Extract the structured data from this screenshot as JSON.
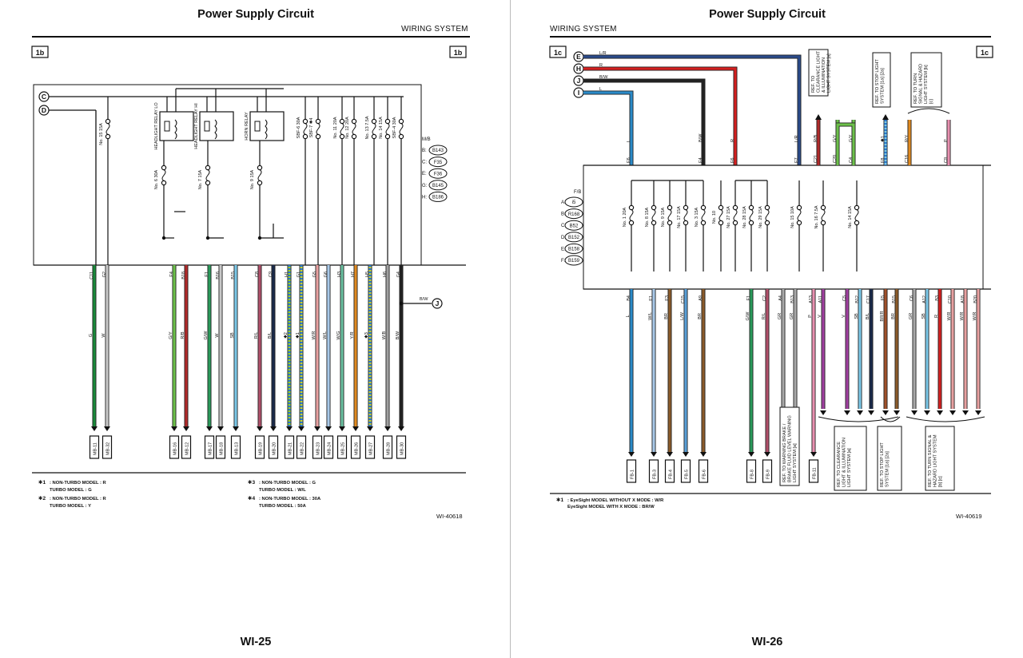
{
  "left": {
    "title": "Power Supply Circuit",
    "section": "WIRING SYSTEM",
    "page_number": "WI-25",
    "figure_code": "WI-40618",
    "tag": "1b",
    "inputs": [
      {
        "letter": "C"
      },
      {
        "letter": "D"
      }
    ],
    "output_line": {
      "letter": "J",
      "color": "B/W"
    },
    "mb_legend": {
      "title": "M/B",
      "items": [
        {
          "key": "B:",
          "conn": "B143"
        },
        {
          "key": "C:",
          "conn": "F35"
        },
        {
          "key": "E:",
          "conn": "F36"
        },
        {
          "key": "G:",
          "conn": "B145"
        },
        {
          "key": "H:",
          "conn": "B186"
        }
      ]
    },
    "components": [
      {
        "id": "f15",
        "label": "No. 15 15A"
      },
      {
        "id": "r_lo",
        "label": "HEADLIGHT RELAY LO"
      },
      {
        "id": "r_hi",
        "label": "HEADLIGHT RELAY HI"
      },
      {
        "id": "r_horn",
        "label": "HORN RELAY"
      },
      {
        "id": "f6",
        "label": "No. 6 30A"
      },
      {
        "id": "f7",
        "label": "No. 7 15A"
      },
      {
        "id": "f9",
        "label": "No. 9 15A"
      },
      {
        "id": "sbf6",
        "label": "SBF-6 30A"
      },
      {
        "id": "sbf7",
        "label": "SBF-7 ✱4"
      },
      {
        "id": "f11",
        "label": "No. 11 20A"
      },
      {
        "id": "f12",
        "label": "No. 12 20A"
      },
      {
        "id": "f13",
        "label": "No. 13 7.5A"
      },
      {
        "id": "f14",
        "label": "No. 14 15A"
      },
      {
        "id": "sbf4",
        "label": "SBF-4 30A"
      }
    ],
    "wires": [
      {
        "term": "C11",
        "color": "G",
        "conn": "MB-11",
        "hex": "#1a8a3a"
      },
      {
        "term": "G2",
        "color": "W",
        "conn": "MB-32",
        "hex": "#c8c8c8"
      },
      {
        "term": "E4",
        "color": "G/Y",
        "conn": "MB-16",
        "hex": "#6cc04a"
      },
      {
        "term": "B18",
        "color": "R/B",
        "conn": "MB-12",
        "hex": "#b02a2a"
      },
      {
        "term": "E1",
        "color": "G/W",
        "conn": "MB-17",
        "hex": "#2a9a5a"
      },
      {
        "term": "B16",
        "color": "W",
        "conn": "MB-18",
        "hex": "#c8c8c8"
      },
      {
        "term": "B15",
        "color": "SB",
        "conn": "MB-13",
        "hex": "#7cc8e8"
      },
      {
        "term": "C8",
        "color": "R/L",
        "conn": "MB-19",
        "hex": "#b0506a"
      },
      {
        "term": "C9",
        "color": "B/L",
        "conn": "MB-20",
        "hex": "#1a2a4a"
      },
      {
        "term": "H1",
        "color": "✱2",
        "conn": "MB-21",
        "hex": "#9acd32"
      },
      {
        "term": "G1",
        "color": "✱1",
        "conn": "MB-22",
        "hex": "#c0d040"
      },
      {
        "term": "G5",
        "color": "W/R",
        "conn": "MB-23",
        "hex": "#e8a0a0"
      },
      {
        "term": "G6",
        "color": "W/L",
        "conn": "MB-24",
        "hex": "#a8c8e8"
      },
      {
        "term": "H3",
        "color": "W/G",
        "conn": "MB-25",
        "hex": "#6ac0a0"
      },
      {
        "term": "H7",
        "color": "Y/R",
        "conn": "MB-26",
        "hex": "#e08a20"
      },
      {
        "term": "H5",
        "color": "✱3",
        "conn": "MB-27",
        "hex": "#c0d040"
      },
      {
        "term": "H6",
        "color": "W/B",
        "conn": "MB-28",
        "hex": "#a0a0a0"
      },
      {
        "term": "G4",
        "color": "B/W",
        "conn": "MB-30",
        "hex": "#222222"
      }
    ],
    "footnotes": [
      {
        "mark": "✱1",
        "lines": [
          ": NON-TURBO MODEL  : R",
          "  TURBO MODEL  : G"
        ]
      },
      {
        "mark": "✱2",
        "lines": [
          ": NON-TURBO MODEL  : R",
          "  TURBO MODEL  : Y"
        ]
      },
      {
        "mark": "✱3",
        "lines": [
          ": NON-TURBO MODEL  : G",
          "  TURBO MODEL  : W/L"
        ]
      },
      {
        "mark": "✱4",
        "lines": [
          ": NON-TURBO MODEL  : 30A",
          "  TURBO MODEL  : 50A"
        ]
      }
    ]
  },
  "right": {
    "title": "Power Supply Circuit",
    "section": "WIRING SYSTEM",
    "page_number": "WI-26",
    "figure_code": "WI-40619",
    "tag": "1c",
    "inputs": [
      {
        "letter": "E",
        "color": "L/R",
        "hex": "#2a4a8a"
      },
      {
        "letter": "H",
        "color": "R",
        "hex": "#d42020"
      },
      {
        "letter": "J",
        "color": "B/W",
        "hex": "#222222"
      },
      {
        "letter": "I",
        "color": "L",
        "hex": "#2a8ac8"
      }
    ],
    "fb_legend": {
      "title": "F/B",
      "items": [
        {
          "key": "A:",
          "conn": "i5"
        },
        {
          "key": "B:",
          "conn": "R168"
        },
        {
          "key": "C:",
          "conn": "B52"
        },
        {
          "key": "D:",
          "conn": "B152"
        },
        {
          "key": "E:",
          "conn": "B158"
        },
        {
          "key": "F:",
          "conn": "B159"
        }
      ]
    },
    "top_terms": [
      {
        "term": "E6",
        "color": "L"
      },
      {
        "term": "E4",
        "color": "B/W"
      },
      {
        "term": "F6",
        "color": "R"
      },
      {
        "term": "E7",
        "color": "L/R"
      },
      {
        "term": "C21",
        "color": "R/B"
      },
      {
        "term": "C20",
        "color": "G/Y"
      },
      {
        "term": "C4",
        "color": "G/Y"
      },
      {
        "term": "F8",
        "color": "✱1"
      },
      {
        "term": "C16",
        "color": "R/Y"
      },
      {
        "term": "C9",
        "color": "P"
      }
    ],
    "refs_top": [
      {
        "id": "ref_clear_top",
        "text": "REF. TO CLEARANCE LIGHT & ILLUMINATION LIGHT SYSTEM [a]"
      },
      {
        "id": "ref_stop_top",
        "text": "REF. TO STOP LIGHT SYSTEM [1a] [2a]"
      },
      {
        "id": "ref_turn_top",
        "text": "REF. TO TURN SIGNAL & HAZARD LIGHT SYSTEM [b] [c]"
      }
    ],
    "fuses": [
      {
        "id": "f1",
        "label": "No. 1 20A"
      },
      {
        "id": "f8",
        "label": "No. 8 15A"
      },
      {
        "id": "f9",
        "label": "No. 9 15A"
      },
      {
        "id": "f17",
        "label": "No. 17 15A"
      },
      {
        "id": "f3",
        "label": "No. 3 15A"
      },
      {
        "id": "f10",
        "label": "No. 10"
      },
      {
        "id": "f27",
        "label": "No. 27 15A"
      },
      {
        "id": "f28",
        "label": "No. 28 15A"
      },
      {
        "id": "f29",
        "label": "No. 29 15A"
      },
      {
        "id": "f15",
        "label": "No. 15 10A"
      },
      {
        "id": "f16",
        "label": "No. 16 7.5A"
      },
      {
        "id": "f14",
        "label": "No. 14 15A"
      }
    ],
    "wires": [
      {
        "term": "B4",
        "color": "L",
        "conn": "FB-1",
        "hex": "#2a8ac8"
      },
      {
        "term": "E1",
        "color": "W/L",
        "conn": "FB-3",
        "hex": "#a8c8e8"
      },
      {
        "term": "E3",
        "color": "BR",
        "conn": "FB-4",
        "hex": "#8a5a2a"
      },
      {
        "term": "C15",
        "color": "L/W",
        "conn": "FB-5",
        "hex": "#5aa0d8"
      },
      {
        "term": "A9",
        "color": "BR",
        "conn": "FB-6",
        "hex": "#8a5a2a"
      },
      {
        "term": "F1",
        "color": "G/W",
        "conn": "FB-8",
        "hex": "#2a9a5a"
      },
      {
        "term": "C2",
        "color": "R/L",
        "conn": "FB-9",
        "hex": "#b0506a"
      },
      {
        "term": "A4",
        "color": "GR",
        "conn": "",
        "hex": "#a8a8a8"
      },
      {
        "term": "B13",
        "color": "GR",
        "conn": "",
        "hex": "#a8a8a8"
      },
      {
        "term": "A13",
        "color": "P",
        "conn": "FB-11",
        "hex": "#e890b0"
      },
      {
        "term": "A11",
        "color": "V",
        "conn": "",
        "hex": "#a040a0"
      },
      {
        "term": "C5",
        "color": "V",
        "conn": "",
        "hex": "#a040a0"
      },
      {
        "term": "B12",
        "color": "SB",
        "conn": "",
        "hex": "#7cc8e8"
      },
      {
        "term": "C17",
        "color": "B/L",
        "conn": "",
        "hex": "#1a2a4a"
      },
      {
        "term": "F5",
        "color": "BR/R",
        "conn": "",
        "hex": "#a0502a"
      },
      {
        "term": "B15",
        "color": "BR",
        "conn": "",
        "hex": "#8a5a2a"
      },
      {
        "term": "C6",
        "color": "GR",
        "conn": "",
        "hex": "#a8a8a8"
      },
      {
        "term": "A12",
        "color": "SB",
        "conn": "",
        "hex": "#7cc8e8"
      },
      {
        "term": "B3",
        "color": "R",
        "conn": "",
        "hex": "#d42020"
      },
      {
        "term": "C10",
        "color": "W/R",
        "conn": "",
        "hex": "#e8a0a0"
      },
      {
        "term": "A18",
        "color": "W/R",
        "conn": "",
        "hex": "#e8a0a0"
      },
      {
        "term": "B20",
        "color": "W/R",
        "conn": "",
        "hex": "#e8a0a0"
      }
    ],
    "refs_bottom": [
      {
        "id": "ref_brake",
        "text": "REF. TO WARNING BRAKE / BRAKE FLUID LEVEL WARNING LIGHT SYSTEM [a]"
      },
      {
        "id": "ref_clear_bot",
        "text": "REF. TO CLEARANCE LIGHT & ILLUMINATION LIGHT SYSTEM [a]"
      },
      {
        "id": "ref_stop_bot",
        "text": "REF. TO STOP LIGHT SYSTEM [1a] [2a]"
      },
      {
        "id": "ref_turn_bot",
        "text": "REF. TO TURN SIGNAL & HAZARD LIGHT SYSTEM [b] [c]"
      }
    ],
    "footnotes": [
      {
        "mark": "✱1",
        "lines": [
          ": EyeSight MODEL WITHOUT X MODE  : W/R",
          "  EyeSight MODEL WITH X MODE  : BR/W"
        ]
      }
    ]
  }
}
